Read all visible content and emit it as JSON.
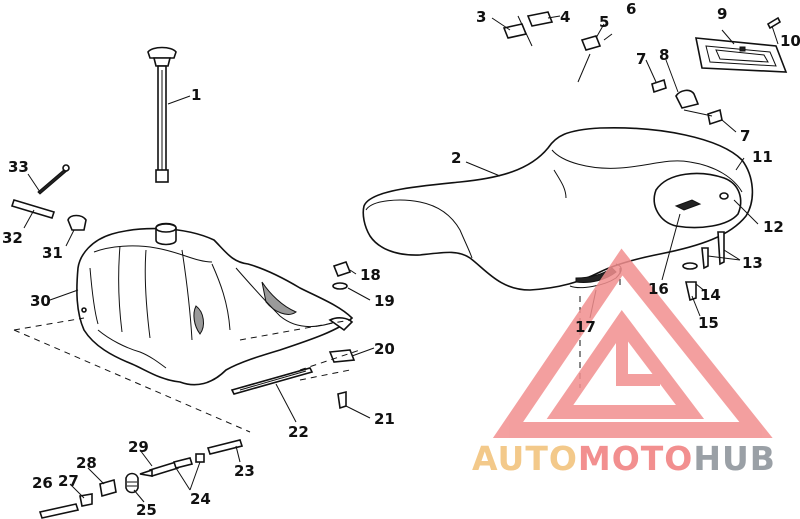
{
  "callouts": [
    "1",
    "2",
    "3",
    "4",
    "5",
    "6",
    "7",
    "7",
    "8",
    "9",
    "10",
    "11",
    "12",
    "13",
    "14",
    "15",
    "16",
    "17",
    "18",
    "19",
    "20",
    "21",
    "22",
    "23",
    "24",
    "25",
    "26",
    "27",
    "28",
    "29",
    "30",
    "31",
    "32",
    "33"
  ],
  "watermark": {
    "auto": "AUTO",
    "moto": "MOTO",
    "hub": "HUB",
    "colors": {
      "auto": "#f3c98a",
      "moto": "#f28f8f",
      "hub": "#9aa0a6",
      "triangle": "#f28f8f"
    }
  }
}
